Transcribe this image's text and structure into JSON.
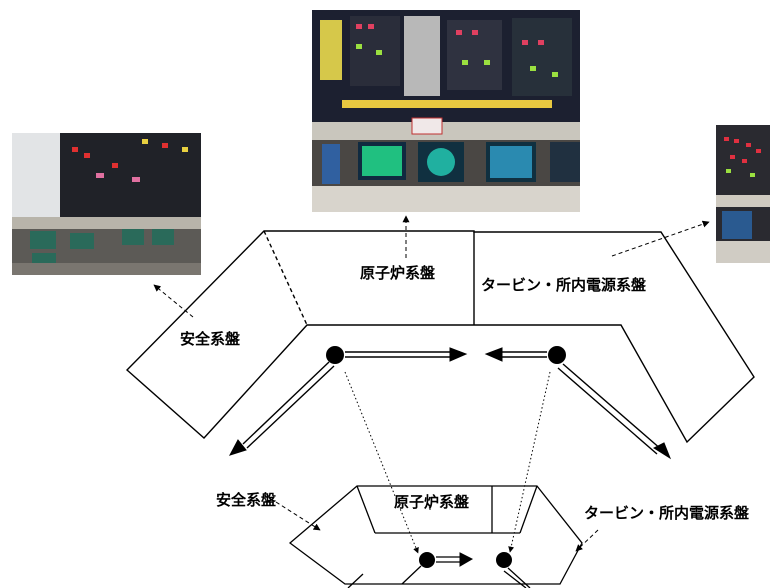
{
  "labels": {
    "safety_panel": "安全系盤",
    "reactor_panel": "原子炉系盤",
    "turbine_panel": "タービン・所内電源系盤"
  },
  "photos": {
    "left": "safety-panel-photo",
    "center": "reactor-panel-photo",
    "right": "turbine-panel-photo"
  },
  "colors": {
    "line": "#000000",
    "background": "#ffffff"
  }
}
